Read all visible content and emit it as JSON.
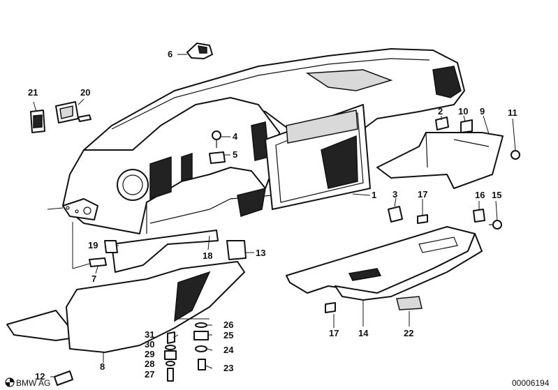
{
  "callouts": [
    "1",
    "2",
    "3",
    "4",
    "5",
    "6",
    "7",
    "8",
    "9",
    "10",
    "11",
    "12",
    "13",
    "14",
    "15",
    "16",
    "17",
    "18",
    "19",
    "20",
    "21",
    "22",
    "23",
    "24",
    "25",
    "26",
    "27",
    "28",
    "29",
    "30",
    "31"
  ],
  "callout_17_second": "17",
  "footer": {
    "logo_text": "BMW AG",
    "diagram_id": "00006194"
  }
}
